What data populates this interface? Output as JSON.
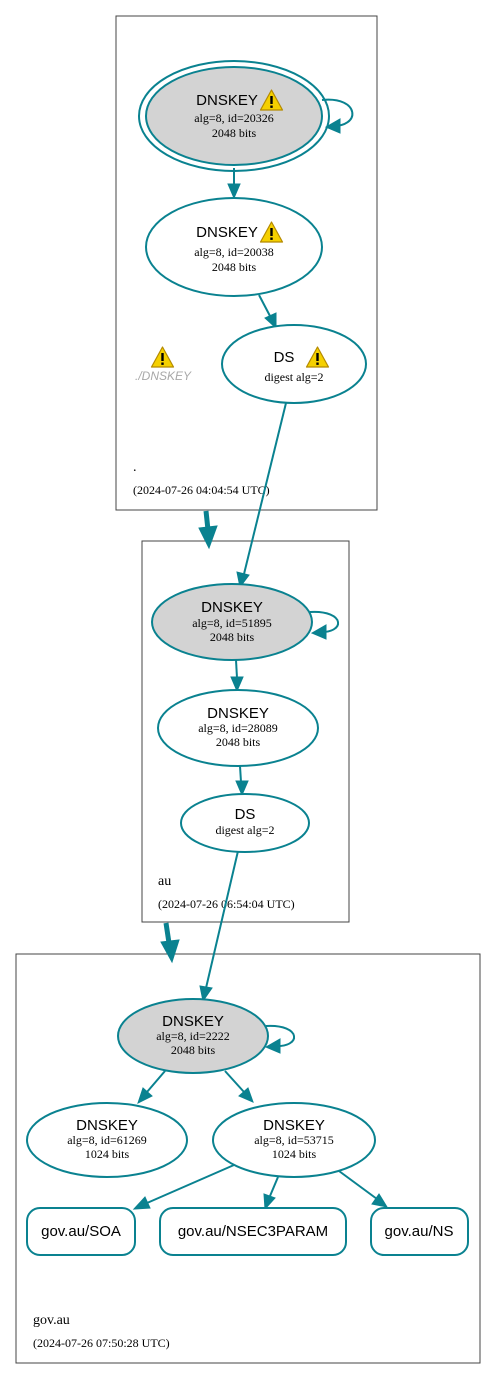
{
  "zones": {
    "root": {
      "name": ".",
      "timestamp": "(2024-07-26 04:04:54 UTC)"
    },
    "au": {
      "name": "au",
      "timestamp": "(2024-07-26 06:54:04 UTC)"
    },
    "govau": {
      "name": "gov.au",
      "timestamp": "(2024-07-26 07:50:28 UTC)"
    }
  },
  "nodes": {
    "root_ksk": {
      "title": "DNSKEY",
      "line1": "alg=8, id=20326",
      "line2": "2048 bits",
      "warning": true
    },
    "root_zsk": {
      "title": "DNSKEY",
      "line1": "alg=8, id=20038",
      "line2": "2048 bits",
      "warning": true
    },
    "root_ds": {
      "title": "DS",
      "line1": "digest alg=2",
      "warning": true
    },
    "root_ghost": {
      "label": "./DNSKEY",
      "warning": true
    },
    "au_ksk": {
      "title": "DNSKEY",
      "line1": "alg=8, id=51895",
      "line2": "2048 bits"
    },
    "au_zsk": {
      "title": "DNSKEY",
      "line1": "alg=8, id=28089",
      "line2": "2048 bits"
    },
    "au_ds": {
      "title": "DS",
      "line1": "digest alg=2"
    },
    "gov_ksk": {
      "title": "DNSKEY",
      "line1": "alg=8, id=2222",
      "line2": "2048 bits"
    },
    "gov_zsk1": {
      "title": "DNSKEY",
      "line1": "alg=8, id=61269",
      "line2": "1024 bits"
    },
    "gov_zsk2": {
      "title": "DNSKEY",
      "line1": "alg=8, id=53715",
      "line2": "1024 bits"
    },
    "rr_soa": {
      "label": "gov.au/SOA"
    },
    "rr_nsec3param": {
      "label": "gov.au/NSEC3PARAM"
    },
    "rr_ns": {
      "label": "gov.au/NS"
    }
  },
  "colors": {
    "edge": "#0a8290",
    "ksk_fill": "#d3d3d3",
    "warning_fill": "#f5d000",
    "ghost_text": "#a8a8a8"
  },
  "icons": {
    "warning": "warning-icon"
  }
}
